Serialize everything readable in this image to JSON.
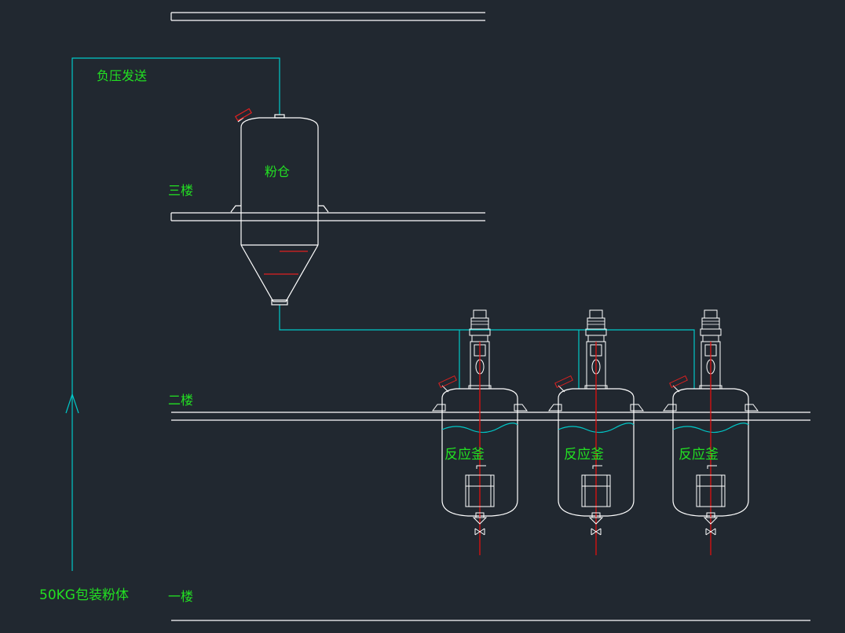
{
  "labels": {
    "negative_pressure": "负压发送",
    "powder_silo": "粉仓",
    "floor_3": "三楼",
    "floor_2": "二楼",
    "floor_1": "一楼",
    "reactor": "反应釜",
    "bagged_powder": "50KG包装粉体"
  },
  "reactors": [
    {
      "label": "反应釜"
    },
    {
      "label": "反应釜"
    },
    {
      "label": "反应釜"
    }
  ],
  "colors": {
    "background": "#212830",
    "outline": "#ffffff",
    "pipe": "#00c8c8",
    "text": "#22e022",
    "shaft": "#e01010"
  }
}
